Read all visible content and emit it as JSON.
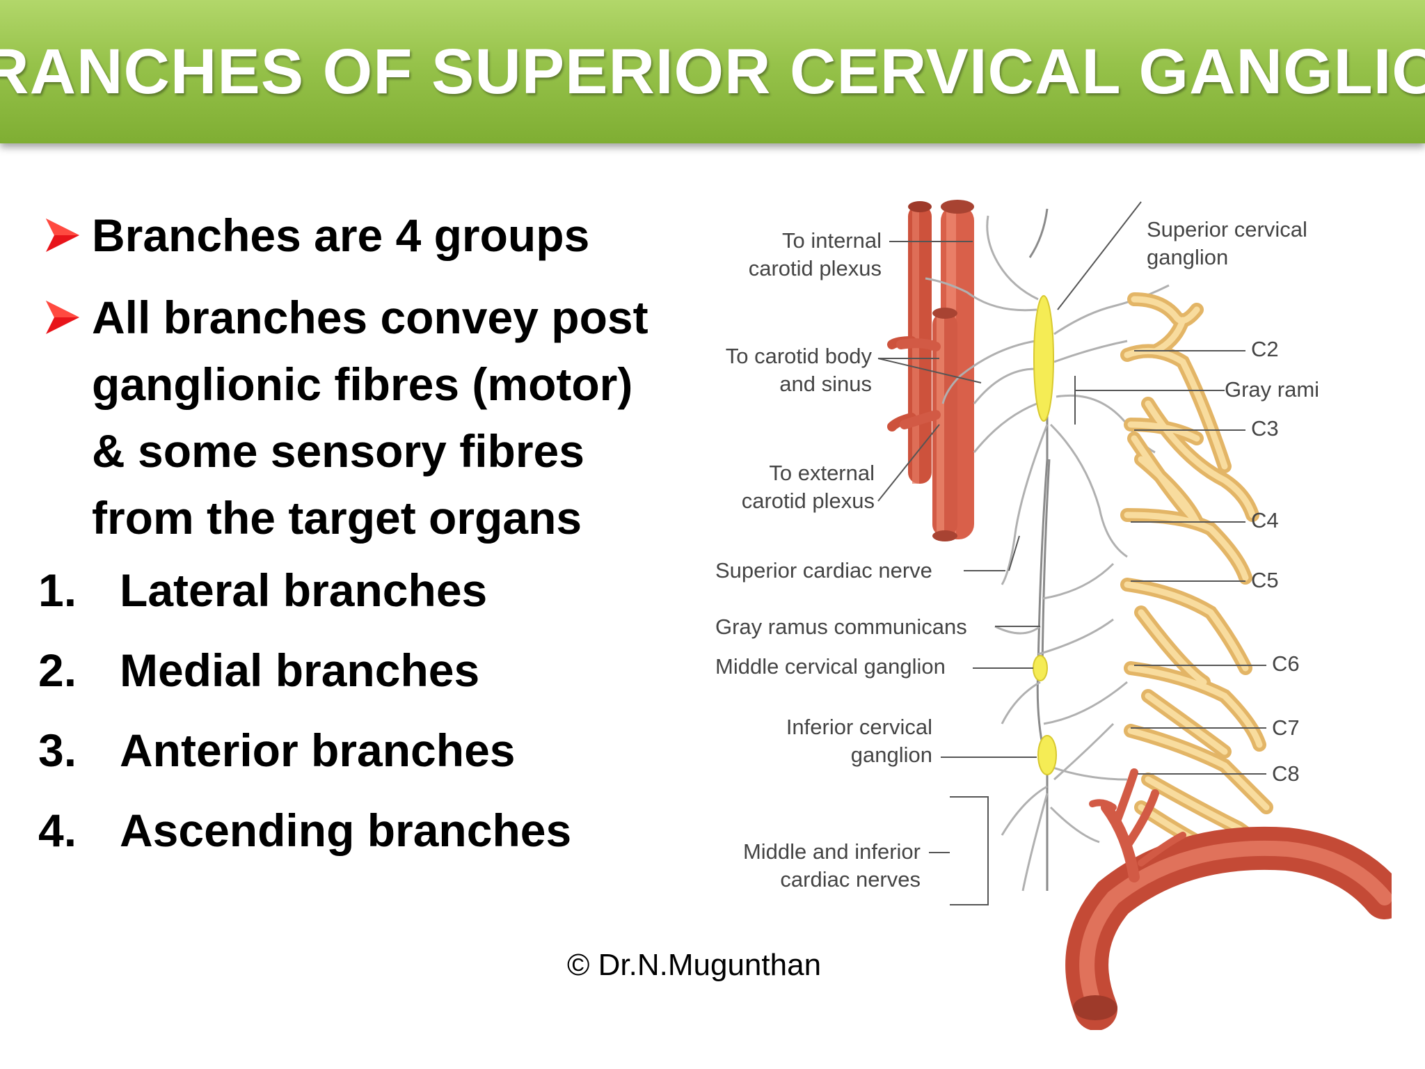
{
  "title": "BRANCHES OF SUPERIOR CERVICAL GANGLION",
  "bullets": [
    "Branches are 4 groups",
    "All branches convey post ganglionic fibres (motor) & some sensory fibres from the target organs"
  ],
  "numbered": [
    {
      "num": "1.",
      "text": "Lateral branches"
    },
    {
      "num": "2.",
      "text": "Medial branches"
    },
    {
      "num": "3.",
      "text": "Anterior branches"
    },
    {
      "num": "4.",
      "text": "Ascending branches"
    }
  ],
  "copyright": "© Dr.N.Mugunthan",
  "diagram": {
    "labels": {
      "internal_carotid_1": "To internal",
      "internal_carotid_2": "carotid plexus",
      "carotid_body_1": "To carotid body",
      "carotid_body_2": "and sinus",
      "external_carotid_1": "To external",
      "external_carotid_2": "carotid plexus",
      "superior_cardiac": "Superior cardiac nerve",
      "gray_ramus": "Gray ramus communicans",
      "middle_ganglion": "Middle cervical ganglion",
      "inferior_ganglion_1": "Inferior cervical",
      "inferior_ganglion_2": "ganglion",
      "cardiac_nerves_1": "Middle and inferior",
      "cardiac_nerves_2": "cardiac nerves",
      "superior_ganglion_1": "Superior cervical",
      "superior_ganglion_2": "ganglion",
      "gray_rami": "Gray rami",
      "c2": "C2",
      "c3": "C3",
      "c4": "C4",
      "c5": "C5",
      "c6": "C6",
      "c7": "C7",
      "c8": "C8"
    },
    "colors": {
      "artery": "#d9604a",
      "nerve": "#f3d08a",
      "ganglion": "#f5ec55"
    }
  }
}
